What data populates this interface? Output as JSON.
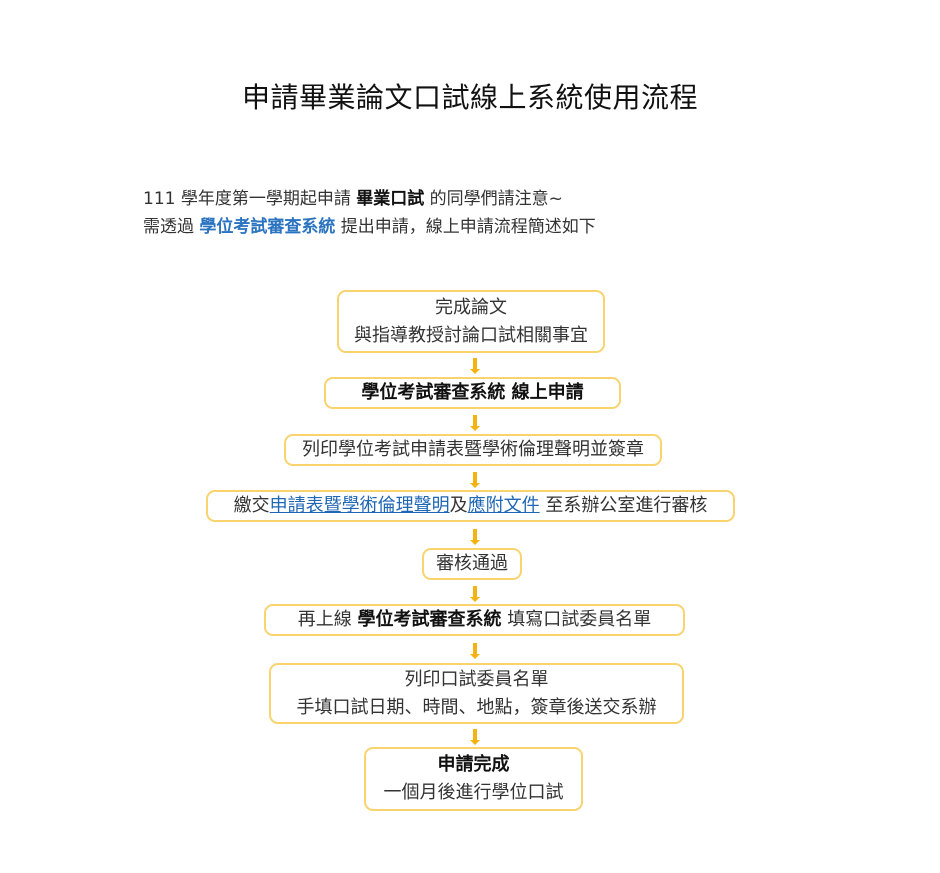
{
  "title": "申請畢業論文口試線上系統使用流程",
  "intro": {
    "line1": {
      "prefix": "111 學年度第一學期起申請 ",
      "bold": "畢業口試",
      "suffix": " 的同學們請注意~"
    },
    "line2": {
      "prefix": "需透過 ",
      "system": "學位考試審查系統",
      "suffix": " 提出申請，線上申請流程簡述如下"
    }
  },
  "flow": {
    "step1": {
      "line1": "完成論文",
      "line2": "與指導教授討論口試相關事宜"
    },
    "step2": {
      "bold": "學位考試審查系統",
      "suffix": " 線上申請"
    },
    "step3": {
      "text": "列印學位考試申請表暨學術倫理聲明並簽章"
    },
    "step4": {
      "prefix": "繳交",
      "link1": "申請表暨學術倫理聲明",
      "mid": "及",
      "link2": "應附文件",
      "suffix": " 至系辦公室進行審核"
    },
    "step5": {
      "text": "審核通過"
    },
    "step6": {
      "prefix": "再上線 ",
      "bold": "學位考試審查系統",
      "suffix": " 填寫口試委員名單"
    },
    "step7": {
      "line1": "列印口試委員名單",
      "line2": "手填口試日期、時間、地點，簽章後送交系辦"
    },
    "step8": {
      "line1": "申請完成",
      "line2": "一個月後進行學位口試"
    }
  },
  "colors": {
    "box_border": "#f8d36e",
    "arrow": "#f4b312",
    "link": "#1f67b5",
    "system_highlight": "#2a73c0"
  }
}
